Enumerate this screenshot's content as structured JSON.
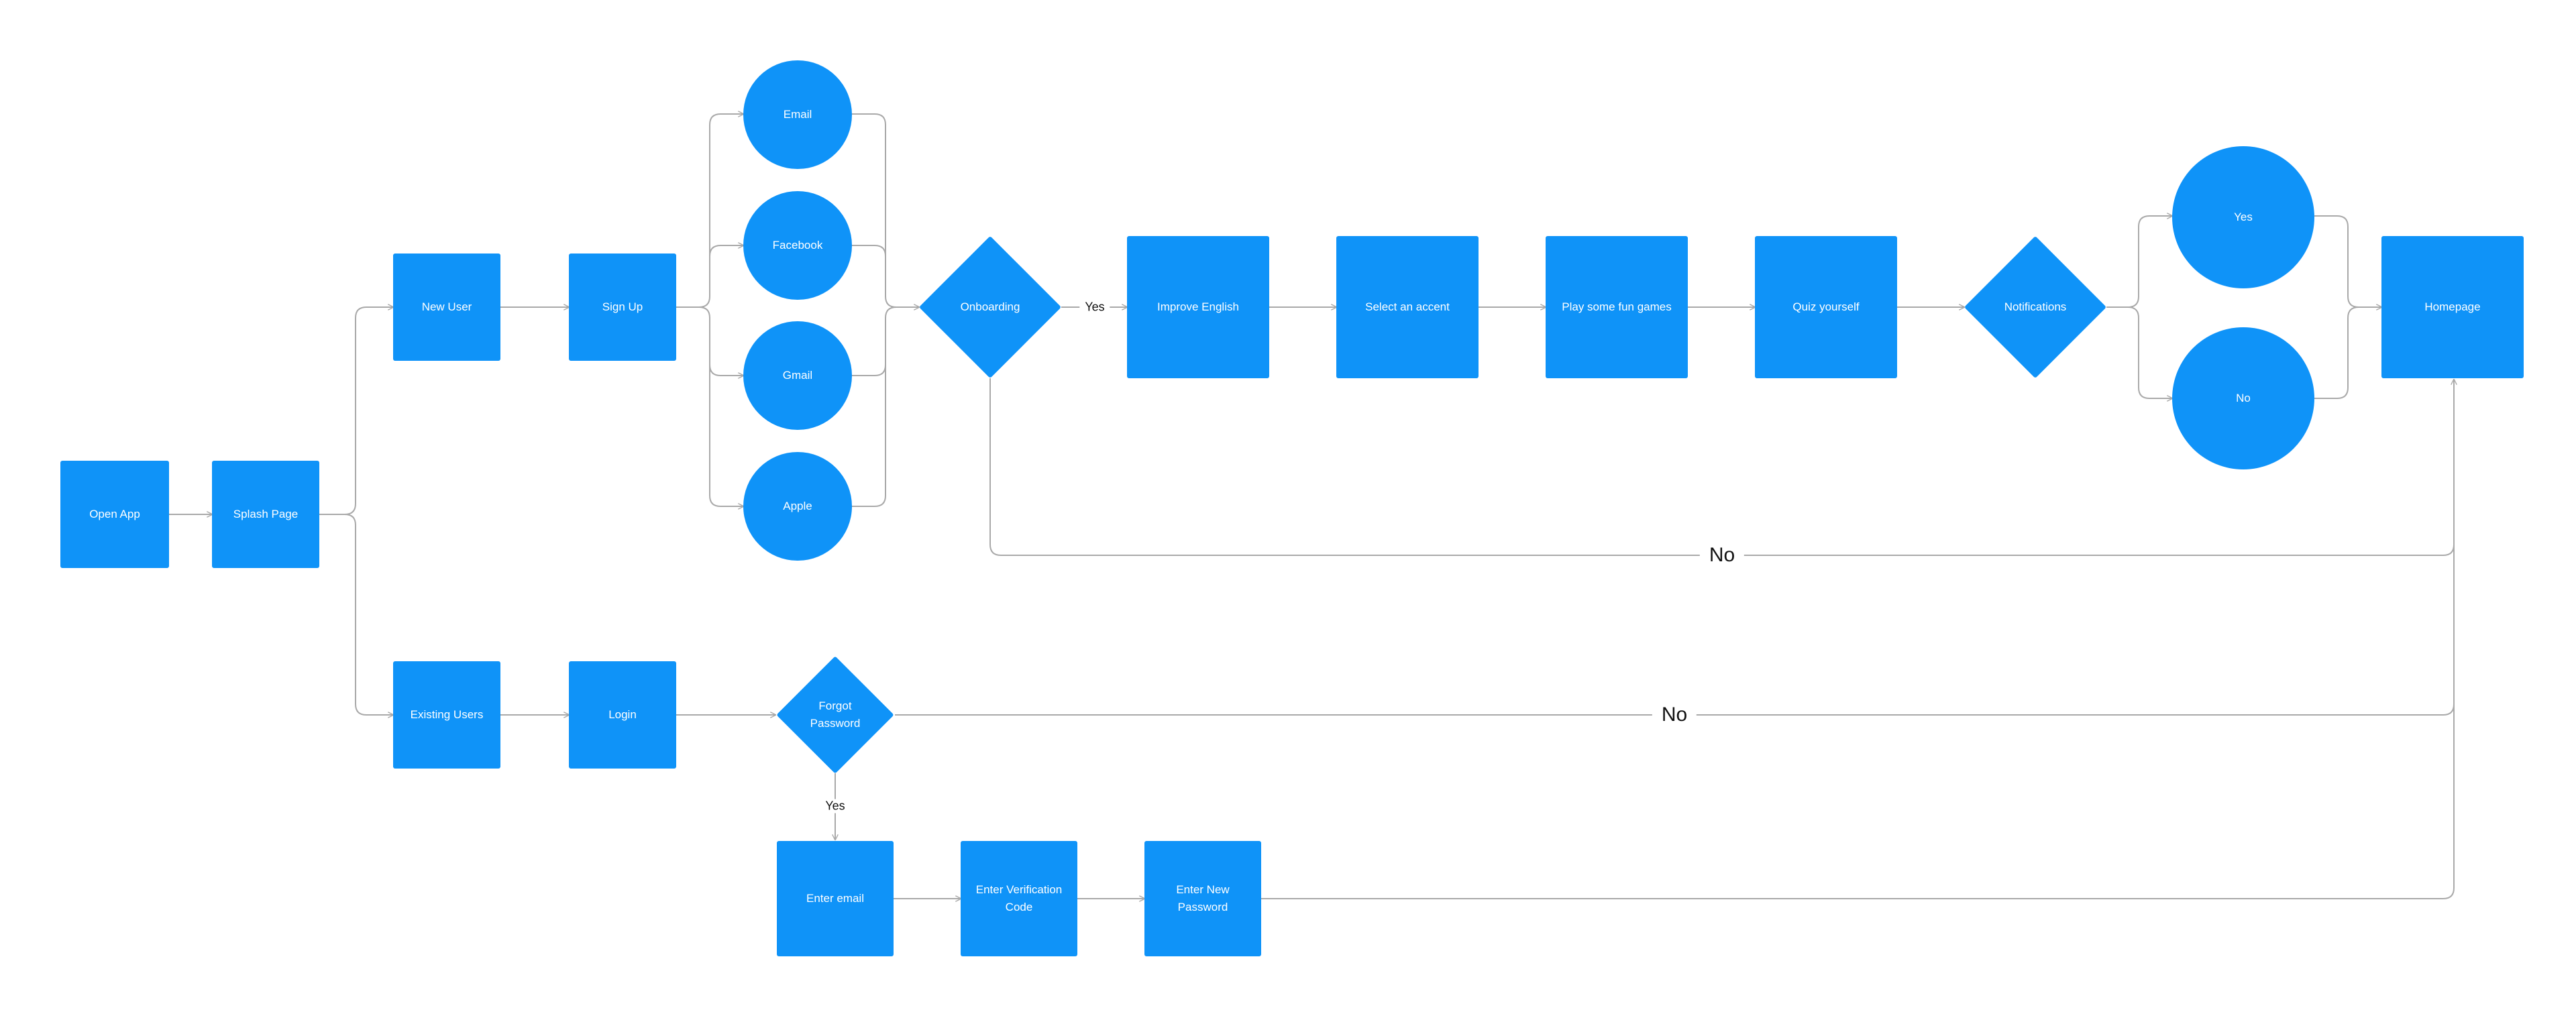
{
  "diagram": {
    "nodes": {
      "open_app": "Open App",
      "splash_page": "Splash Page",
      "new_user": "New User",
      "sign_up": "Sign Up",
      "email": "Email",
      "facebook": "Facebook",
      "gmail": "Gmail",
      "apple": "Apple",
      "onboarding": "Onboarding",
      "improve_english": "Improve English",
      "select_accent": "Select an accent",
      "play_games": "Play some fun games",
      "quiz": "Quiz yourself",
      "notifications": "Notifications",
      "notif_yes": "Yes",
      "notif_no": "No",
      "homepage": "Homepage",
      "existing_users": "Existing Users",
      "login": "Login",
      "forgot_password": "Forgot Password",
      "enter_email": "Enter email",
      "enter_code": "Enter Verification Code",
      "enter_new_password": "Enter New Password"
    },
    "edge_labels": {
      "onboarding_yes": "Yes",
      "onboarding_no": "No",
      "forgot_no": "No",
      "forgot_yes": "Yes"
    },
    "colors": {
      "node_fill": "#0F93F8",
      "node_text": "#ffffff",
      "connector": "#a9a9a9",
      "background": "#ffffff"
    }
  }
}
